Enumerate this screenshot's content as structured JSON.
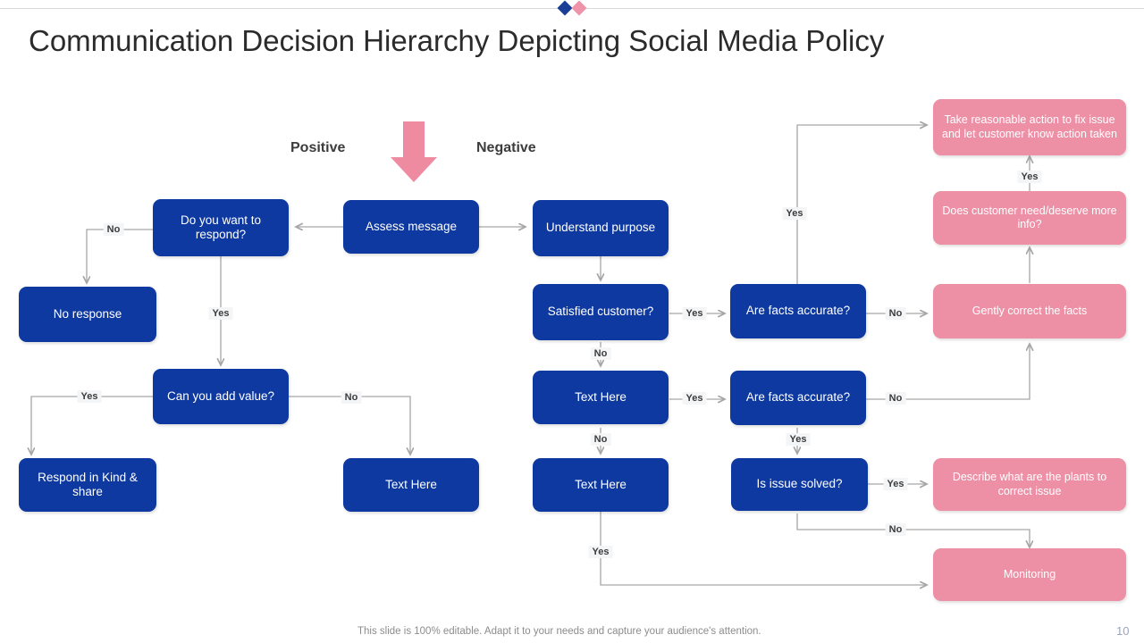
{
  "slide": {
    "title": "Communication Decision Hierarchy Depicting Social Media Policy",
    "footer_note": "This slide is 100% editable. Adapt it to your needs and capture your audience's attention.",
    "page_number": "10"
  },
  "colors": {
    "blue_node": "#0e39a0",
    "pink_node": "#ed8fa5",
    "arrow_pink": "#ef8ba1",
    "connector": "#a6a6a6",
    "title_text": "#2b2b2b",
    "diamond_navy": "#1b3f94",
    "diamond_pink": "#ef93a8"
  },
  "decor": {
    "diamond_navy_name": "diamond-navy-icon",
    "diamond_pink_name": "diamond-pink-icon",
    "big_arrow_name": "down-arrow-icon"
  },
  "section_labels": [
    {
      "id": "positive",
      "text": "Positive"
    },
    {
      "id": "negative",
      "text": "Negative"
    }
  ],
  "nodes": [
    {
      "id": "assess-message",
      "text": "Assess message",
      "type": "blue"
    },
    {
      "id": "do-you-want-respond",
      "text": "Do you want to respond?",
      "type": "blue"
    },
    {
      "id": "no-response",
      "text": "No response",
      "type": "blue"
    },
    {
      "id": "can-you-add-value",
      "text": "Can you add value?",
      "type": "blue"
    },
    {
      "id": "respond-in-kind",
      "text": "Respond in Kind & share",
      "type": "blue"
    },
    {
      "id": "text-here-left",
      "text": "Text Here",
      "type": "blue"
    },
    {
      "id": "understand-purpose",
      "text": "Understand purpose",
      "type": "blue"
    },
    {
      "id": "satisfied-customer",
      "text": "Satisfied customer?",
      "type": "blue"
    },
    {
      "id": "text-here-mid-1",
      "text": "Text Here",
      "type": "blue"
    },
    {
      "id": "text-here-mid-2",
      "text": "Text Here",
      "type": "blue"
    },
    {
      "id": "are-facts-accurate-1",
      "text": "Are facts accurate?",
      "type": "blue"
    },
    {
      "id": "are-facts-accurate-2",
      "text": "Are facts accurate?",
      "type": "blue"
    },
    {
      "id": "is-issue-solved",
      "text": "Is issue solved?",
      "type": "blue"
    },
    {
      "id": "take-reasonable-action",
      "text": "Take reasonable action to fix issue and let customer know action taken",
      "type": "pink"
    },
    {
      "id": "does-customer-need-info",
      "text": "Does customer need/deserve more info?",
      "type": "pink"
    },
    {
      "id": "gently-correct-facts",
      "text": "Gently correct the facts",
      "type": "pink"
    },
    {
      "id": "describe-plants",
      "text": "Describe what are the plants to correct issue",
      "type": "pink"
    },
    {
      "id": "monitoring",
      "text": "Monitoring",
      "type": "pink"
    }
  ],
  "edge_labels": [
    {
      "id": "no-respond",
      "text": "No"
    },
    {
      "id": "yes-respond",
      "text": "Yes"
    },
    {
      "id": "yes-add-value",
      "text": "Yes"
    },
    {
      "id": "no-add-value",
      "text": "No"
    },
    {
      "id": "yes-satisfied",
      "text": "Yes"
    },
    {
      "id": "no-satisfied",
      "text": "No"
    },
    {
      "id": "yes-text-mid-1",
      "text": "Yes"
    },
    {
      "id": "no-text-mid-1",
      "text": "No"
    },
    {
      "id": "yes-text-mid-2",
      "text": "Yes"
    },
    {
      "id": "yes-facts-1",
      "text": "Yes"
    },
    {
      "id": "no-facts-1",
      "text": "No"
    },
    {
      "id": "no-facts-2",
      "text": "No"
    },
    {
      "id": "yes-facts-2",
      "text": "Yes"
    },
    {
      "id": "yes-issue-solved",
      "text": "Yes"
    },
    {
      "id": "no-issue-solved",
      "text": "No"
    },
    {
      "id": "yes-more-info",
      "text": "Yes"
    }
  ]
}
